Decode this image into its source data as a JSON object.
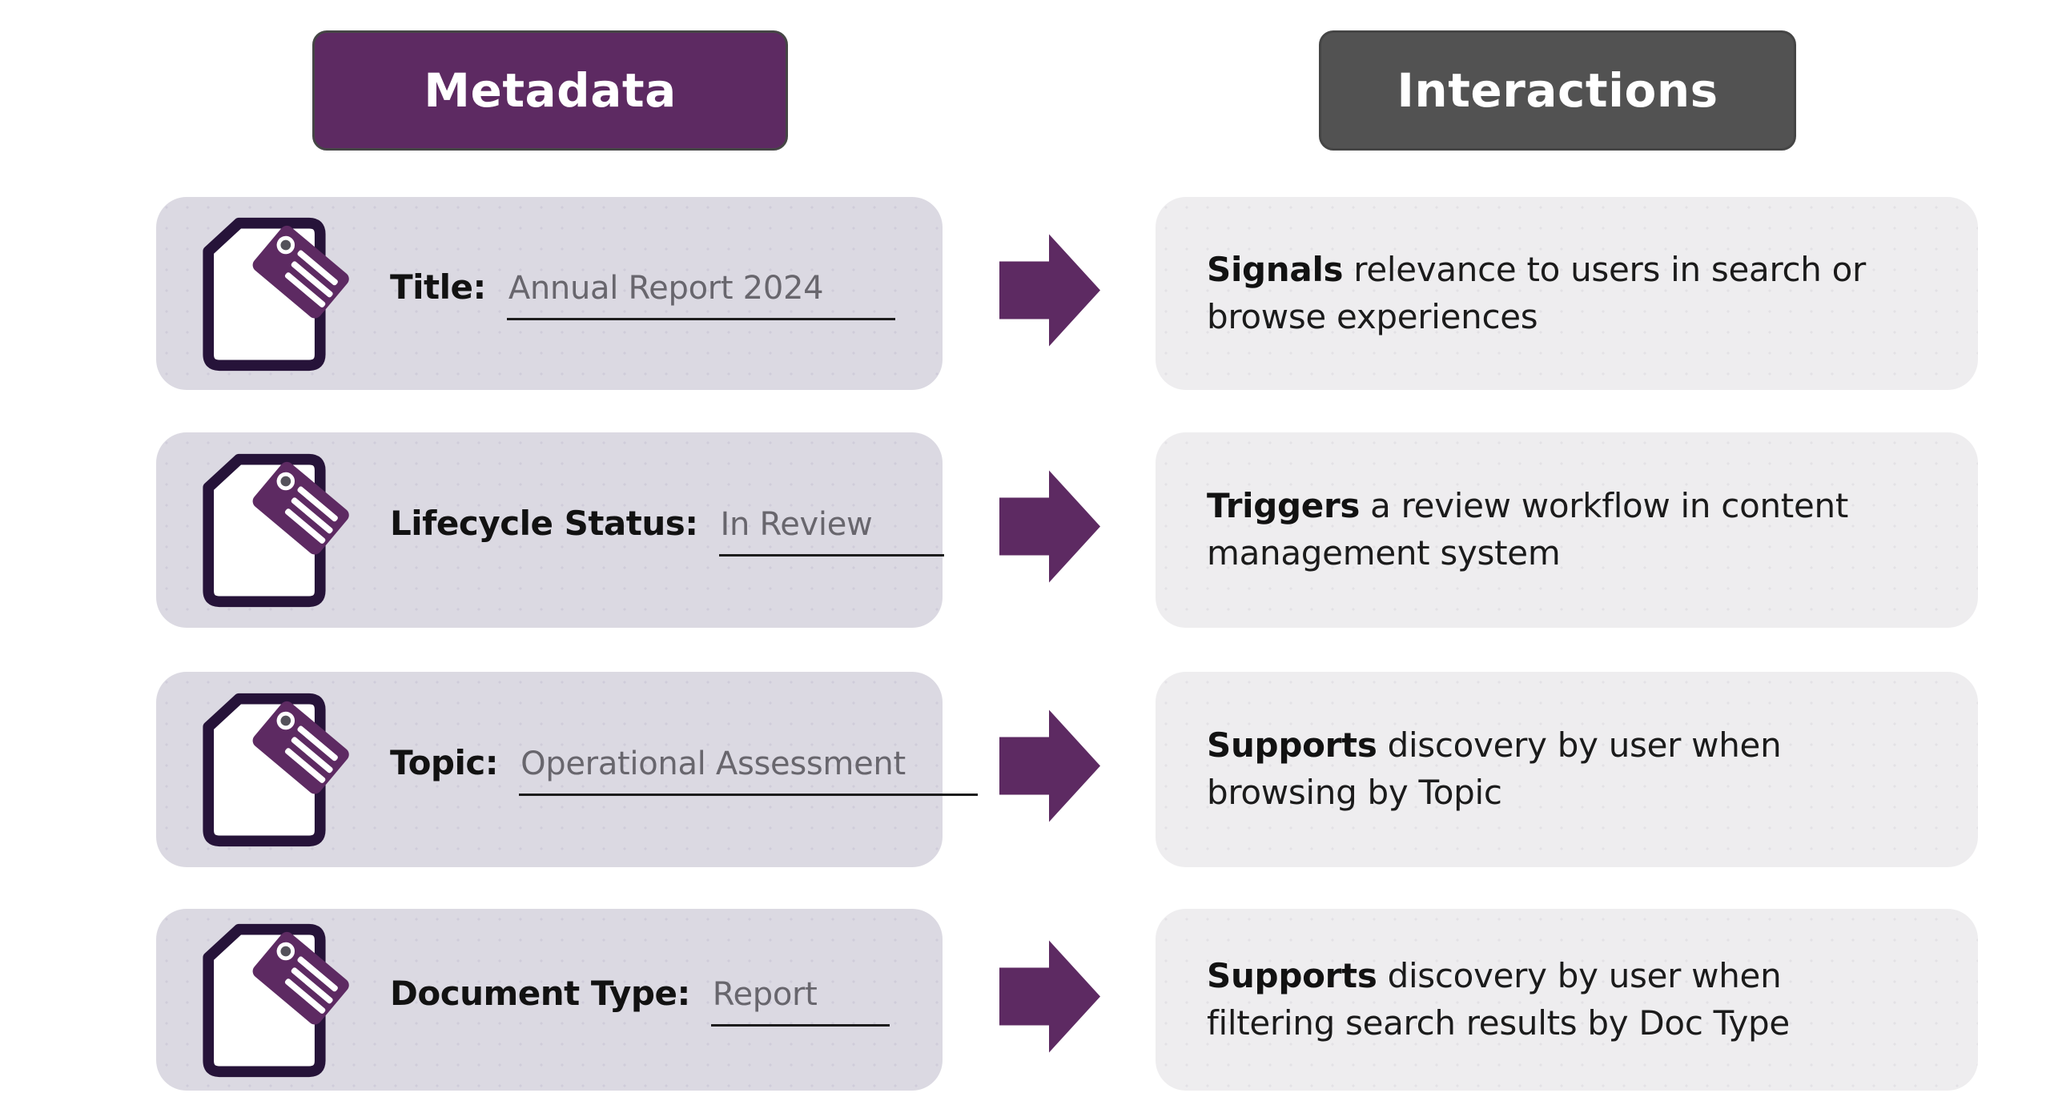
{
  "headers": {
    "metadata": {
      "label": "Metadata",
      "bg": "#5D2A62"
    },
    "interactions": {
      "label": "Interactions",
      "bg": "#525252"
    }
  },
  "colors": {
    "accent_purple": "#5D2A62",
    "header_gray": "#525252",
    "left_card_bg": "#DBD9E2",
    "right_card_bg": "#EEEDEF",
    "icon_outline": "#261339",
    "value_text": "#68666D",
    "underline": "#1C1C1C",
    "body_text": "#1B1B1B"
  },
  "icons": {
    "left_card_icon": "document-with-tag-icon",
    "connector_icon": "arrow-right-icon"
  },
  "rows": [
    {
      "label": "Title:",
      "value": "Annual Report 2024",
      "interaction": {
        "bold": "Signals",
        "rest1": " relevance to users in search or",
        "line2": "browse experiences"
      }
    },
    {
      "label": "Lifecycle Status:",
      "value": "In Review",
      "interaction": {
        "bold": "Triggers",
        "rest1": " a review workflow in content",
        "line2": "management system"
      }
    },
    {
      "label": "Topic:",
      "value": "Operational Assessment",
      "interaction": {
        "bold": "Supports",
        "rest1": " discovery by user when",
        "line2": "browsing by Topic"
      }
    },
    {
      "label": "Document Type:",
      "value": "Report",
      "interaction": {
        "bold": "Supports",
        "rest1": " discovery by user when",
        "line2": "filtering search results by Doc Type"
      }
    }
  ]
}
